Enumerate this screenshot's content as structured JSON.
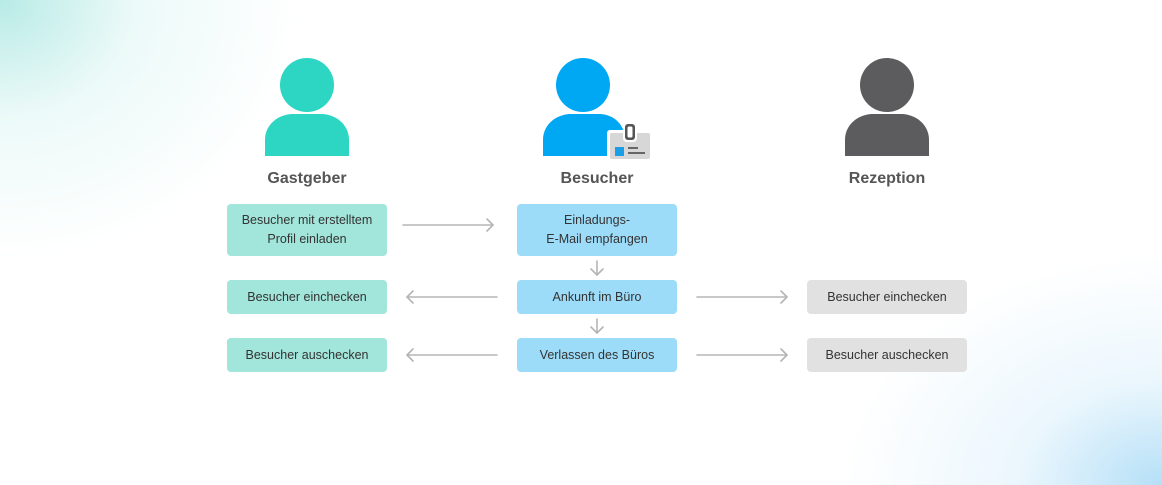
{
  "columns": [
    {
      "id": "host",
      "title": "Gastgeber",
      "icon": "person-icon",
      "color": "#2dd6c3"
    },
    {
      "id": "visitor",
      "title": "Besucher",
      "icon": "person-with-badge-icon",
      "color": "#00a8f3"
    },
    {
      "id": "reception",
      "title": "Rezeption",
      "icon": "person-icon",
      "color": "#5c5c5f"
    }
  ],
  "steps": {
    "host": [
      "Besucher mit erstelltem\nProfil einladen",
      "Besucher einchecken",
      "Besucher auschecken"
    ],
    "visitor": [
      "Einladungs-\nE-Mail empfangen",
      "Ankunft im Büro",
      "Verlassen des Büros"
    ],
    "reception": [
      "Besucher einchecken",
      "Besucher auschecken"
    ]
  },
  "colors": {
    "host_box": "#a2e5da",
    "visitor_box": "#9ddcf9",
    "reception_box": "#e1e1e1",
    "arrow": "#b5b5b5",
    "label_text": "#555555",
    "badge_card": "#d7d7d7",
    "badge_accent": "#1a9fe6"
  }
}
